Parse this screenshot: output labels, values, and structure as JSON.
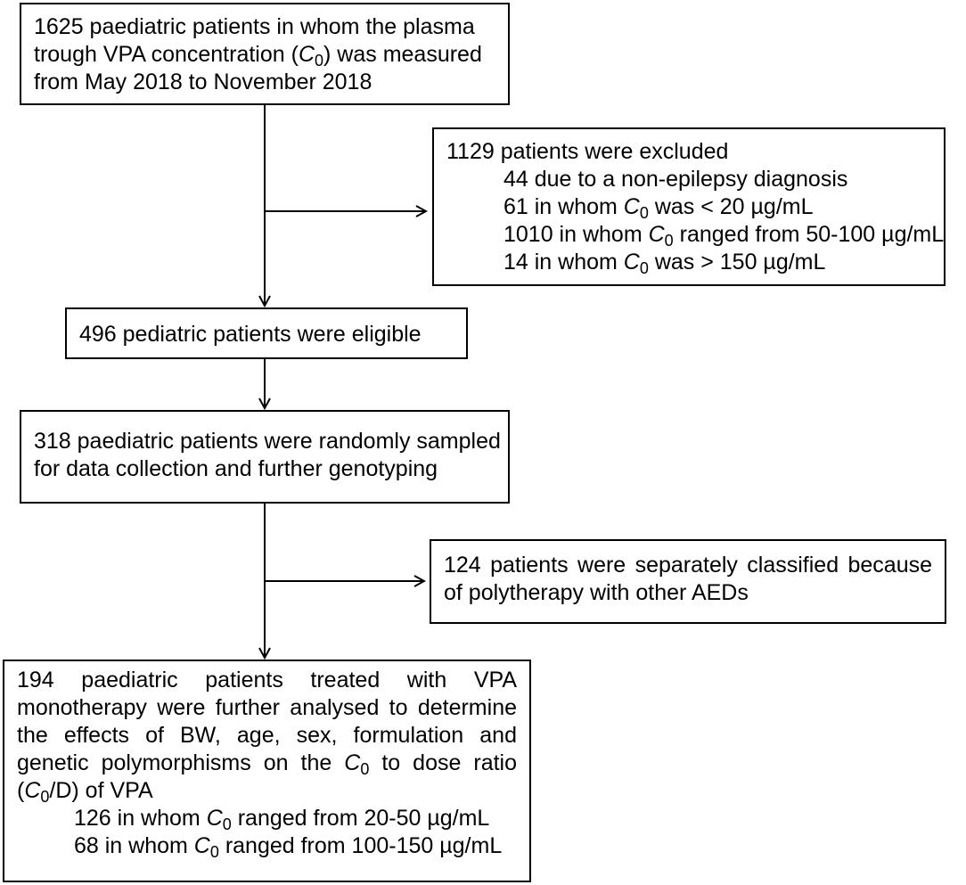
{
  "box1": {
    "line1": "1625 paediatric patients in whom the plasma",
    "line2_a": "trough VPA concentration (",
    "line2_c": "C",
    "line2_sub": "0",
    "line2_b": ") was measured",
    "line3": "from May 2018 to November 2018"
  },
  "exclusion1": {
    "heading": "1129 patients were excluded",
    "item1": "44 due to a non-epilepsy diagnosis",
    "item2": {
      "pre": "61 in whom ",
      "c": "C",
      "sub": "0",
      "post": " was < 20 µg/mL"
    },
    "item3": {
      "pre": "1010 in whom ",
      "c": "C",
      "sub": "0",
      "post": " ranged from 50-100 µg/mL"
    },
    "item4": {
      "pre": "14 in whom ",
      "c": "C",
      "sub": "0",
      "post": " was > 150 µg/mL"
    }
  },
  "box2": {
    "text": "496 pediatric patients were eligible"
  },
  "box3": {
    "line1": "318 paediatric patients were randomly sampled",
    "line2": "for data collection and further genotyping"
  },
  "exclusion2": {
    "line1": "124 patients were separately classified because",
    "line2": "of polytherapy with other AEDs"
  },
  "box4": {
    "line1": "194 paediatric patients treated with VPA",
    "line2": "monotherapy were further analysed to determine",
    "line3": "the effects of BW, age, sex, formulation and",
    "line4": {
      "pre": "genetic polymorphisms on the ",
      "c": "C",
      "sub": "0",
      "post": " to dose ratio"
    },
    "line5": {
      "pre": "(",
      "c": "C",
      "sub": "0",
      "post": "/D) of VPA"
    },
    "item1": {
      "pre": "126 in whom ",
      "c": "C",
      "sub": "0",
      "post": " ranged from 20-50 µg/mL"
    },
    "item2": {
      "pre": "68 in whom ",
      "c": "C",
      "sub": "0",
      "post": " ranged from 100-150 µg/mL"
    }
  }
}
